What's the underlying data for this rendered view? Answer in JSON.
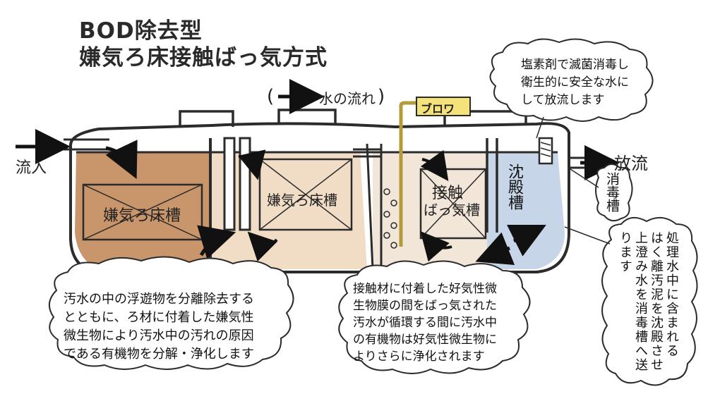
{
  "title": {
    "line1": "BOD除去型",
    "line2": "嫌気ろ床接触ばっ気方式"
  },
  "legend": {
    "water_flow": "水の流れ"
  },
  "labels": {
    "inflow": "流入",
    "discharge": "放流",
    "blower": "ブロワ",
    "tank1": "嫌気ろ床槽",
    "tank2": "嫌気ろ床槽",
    "aeration_line1": "接触",
    "aeration_line2": "ばっ気槽",
    "settling": "沈殿槽",
    "disinfection": "消毒槽"
  },
  "callouts": {
    "chlorine": [
      "塩素剤で滅菌消毒し",
      "衛生的に安全な水に",
      "して放流します"
    ],
    "anaerobic": [
      "汚水の中の浮遊物を分離除去する",
      "とともに、ろ材に付着した嫌気性",
      "微生物により汚水中の汚れの原因",
      "である有機物を分解・浄化します"
    ],
    "aerobic": [
      "接触材に付着した好気性微",
      "生物膜の間をばっ気された",
      "汚水が循環する間に汚水中",
      "の有機物は好気性微生物に",
      "よりさらに浄化されます"
    ],
    "settling_note": [
      "処理水中に含まれる",
      "はく離汚泥を沈殿させ",
      "上澄み水を消毒槽へ送",
      "ります"
    ]
  },
  "colors": {
    "tank1_fill": "#c9966c",
    "tank2_fill": "#f1ddc6",
    "aeration_fill": "#f2e6d8",
    "settling_fill": "#c6d6e8",
    "blower_box": "#f6e27a",
    "outline": "#2b2b2b"
  }
}
